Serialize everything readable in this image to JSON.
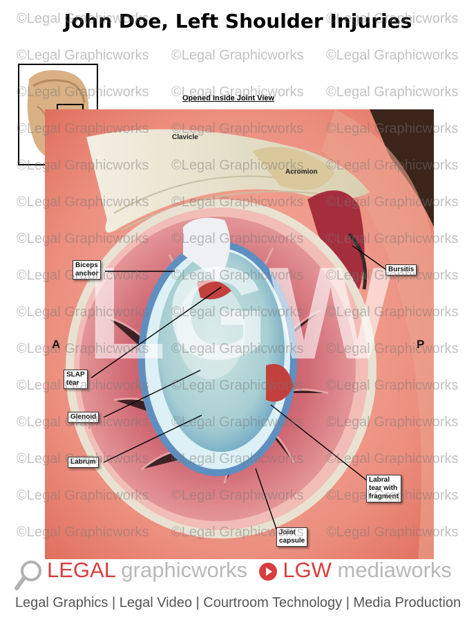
{
  "title": "John Doe, Left Shoulder Injuries",
  "subtitle": "Opened Inside Joint View",
  "watermark": "©Legal Graphicworks",
  "structures": {
    "clavicle": "Clavicle",
    "acromion": "Acromion"
  },
  "orientation": {
    "anterior": "A",
    "posterior": "P"
  },
  "labels": {
    "biceps": [
      "Biceps",
      "anchor"
    ],
    "slap": [
      "SLAP",
      "tear"
    ],
    "glenoid": "Glenoid",
    "labrum": "Labrum",
    "bursitis": "Bursitis",
    "labral": [
      "Labral",
      "tear with",
      "fragment"
    ],
    "capsule": [
      "Joint",
      "capsule"
    ]
  },
  "big_mark": "LGW",
  "footer": {
    "brand_legal": "LEGAL",
    "brand_graphicworks": " graphicworks",
    "brand_lgw": "LGW",
    "brand_media": " mediaworks",
    "tagline": "Legal Graphics | Legal Video | Courtroom Technology | Media Production"
  },
  "colors": {
    "accent_red": "#d83d3d",
    "muscle": "#e8867a",
    "glenoid": "#8fc4cf"
  }
}
